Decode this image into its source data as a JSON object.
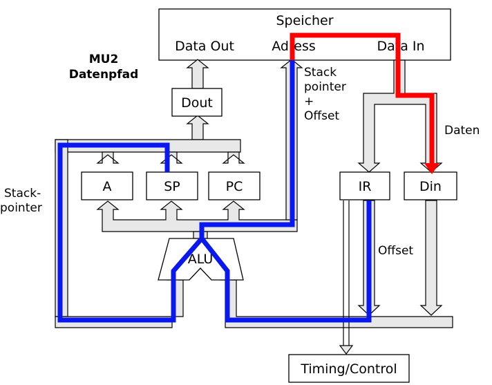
{
  "title": {
    "line1": "MU2",
    "line2": "Datenpfad"
  },
  "memory": {
    "name": "Speicher",
    "data_out": "Data Out",
    "address": "Adress",
    "data_in": "Data In"
  },
  "registers": {
    "dout": "Dout",
    "a": "A",
    "sp": "SP",
    "pc": "PC",
    "ir": "IR",
    "din": "Din"
  },
  "alu": "ALU",
  "timing": "Timing/Control",
  "labels": {
    "stackpointer_left_1": "Stack-",
    "stackpointer_left_2": "pointer",
    "addr_note_1": "Stack",
    "addr_note_2": "pointer",
    "addr_note_3": "+",
    "addr_note_4": "Offset",
    "daten": "Daten",
    "offset": "Offset"
  },
  "colors": {
    "highlight_blue": "#0a18f0",
    "highlight_red": "#ff0000",
    "bus_fill": "#e8e8e8"
  }
}
